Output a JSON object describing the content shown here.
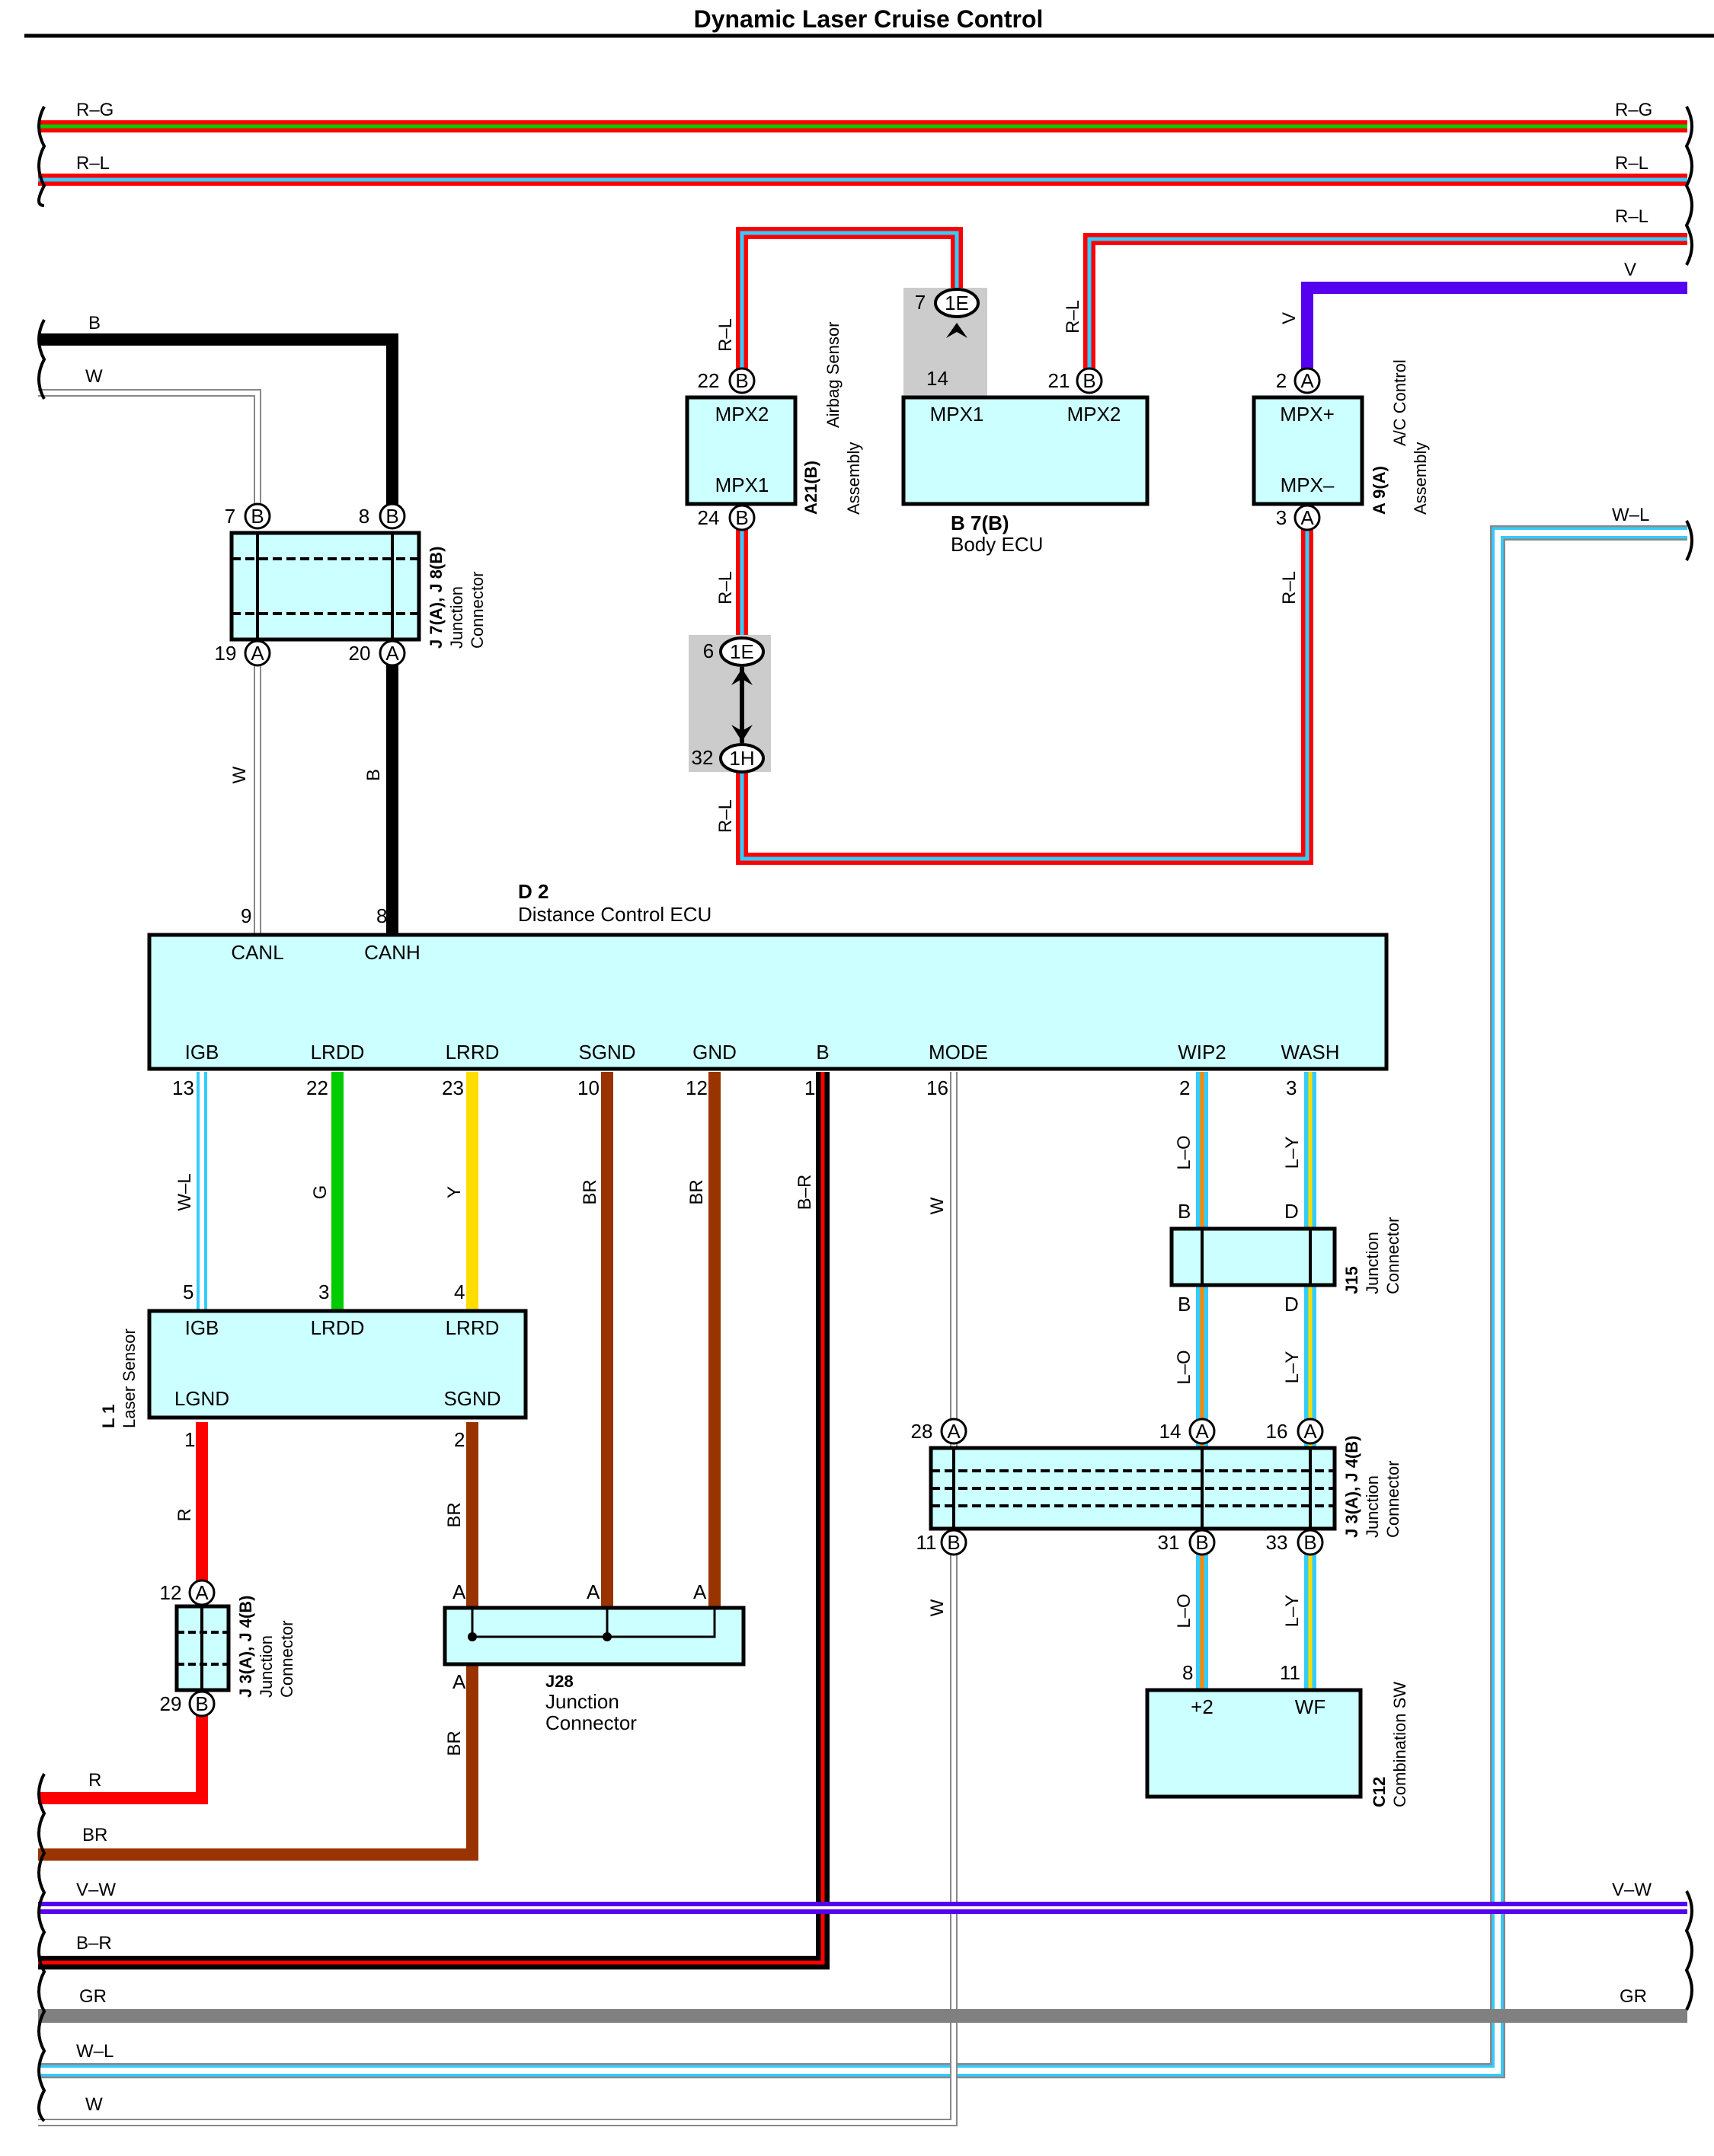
{
  "title": "Dynamic Laser Cruise Control",
  "colors": {
    "red": "#ff0000",
    "cyan": "#33ccff",
    "green": "#00cc00",
    "yellow": "#ffdd00",
    "black": "#000000",
    "white_wire": "#c8c8c8",
    "brown": "#993300",
    "violet": "#5500ee",
    "orange": "#ff8800",
    "gray": "#808080",
    "component_fill": "#ccffff",
    "joint_fill": "#cccccc"
  },
  "bus_labels": {
    "rg_left": "R–G",
    "rg_right": "R–G",
    "rl1_left": "R–L",
    "rl1_right": "R–L",
    "rl2_right": "R–L",
    "v_right": "V",
    "wl_right": "W–L",
    "b_left": "B",
    "w_left": "W",
    "r_left": "R",
    "br_left": "BR",
    "vw_left": "V–W",
    "vw_right": "V–W",
    "br2_left": "B–R",
    "gr_left": "GR",
    "gr_right": "GR",
    "wl_left": "W–L",
    "w2_left": "W"
  },
  "wire_labels": {
    "airbag_top": "R–L",
    "airbag_bottom": "R–L",
    "airbag_jc": "R–L",
    "body_right": "R–L",
    "ac_top": "V",
    "ac_bottom": "R–L",
    "w_can": "W",
    "b_can": "B",
    "igb": "W–L",
    "lrdd": "G",
    "lrrd": "Y",
    "sgnd": "BR",
    "gnd": "BR",
    "b_pin": "B–R",
    "mode": "W",
    "mode_low": "W",
    "lgnd": "R",
    "sensor_sgnd": "BR",
    "j28_out": "BR",
    "wip2_upper": "L–O",
    "wash_upper": "L–Y",
    "wip2_mid": "L–O",
    "wash_mid": "L–Y",
    "wip2_low": "L–O",
    "wash_low": "L–Y"
  },
  "components": {
    "d2": {
      "code": "D 2",
      "name": "Distance Control ECU",
      "top_terminals": [
        {
          "pin": "9",
          "name": "CANL"
        },
        {
          "pin": "8",
          "name": "CANH"
        }
      ],
      "bottom_terminals": [
        {
          "pin": "13",
          "name": "IGB"
        },
        {
          "pin": "22",
          "name": "LRDD"
        },
        {
          "pin": "23",
          "name": "LRRD"
        },
        {
          "pin": "10",
          "name": "SGND"
        },
        {
          "pin": "12",
          "name": "GND"
        },
        {
          "pin": "1",
          "name": "B"
        },
        {
          "pin": "16",
          "name": "MODE"
        },
        {
          "pin": "2",
          "name": "WIP2"
        },
        {
          "pin": "3",
          "name": "WASH"
        }
      ]
    },
    "a21": {
      "code": "A21(B)",
      "name1": "Airbag Sensor",
      "name2": "Assembly",
      "t_top": "MPX2",
      "t_bottom": "MPX1",
      "pin_top": "22",
      "pin_bottom": "24",
      "conn": "B"
    },
    "b7": {
      "code": "B 7(B)",
      "name": "Body ECU",
      "t_left": "MPX1",
      "t_right": "MPX2",
      "pin_left": "14",
      "pin_right": "21",
      "conn": "B"
    },
    "a9": {
      "code": "A 9(A)",
      "name1": "A/C Control",
      "name2": "Assembly",
      "t_top": "MPX+",
      "t_bottom": "MPX–",
      "pin_top": "2",
      "pin_bottom": "3",
      "conn": "A"
    },
    "j7": {
      "code": "J 7(A), J 8(B)",
      "name1": "Junction",
      "name2": "Connector",
      "pins_top": [
        {
          "pin": "7",
          "conn": "B"
        },
        {
          "pin": "8",
          "conn": "B"
        }
      ],
      "pins_bottom": [
        {
          "pin": "19",
          "conn": "A"
        },
        {
          "pin": "20",
          "conn": "A"
        }
      ]
    },
    "l1": {
      "code": "L 1",
      "name": "Laser Sensor",
      "t_igb": "IGB",
      "t_lrdd": "LRDD",
      "t_lrrd": "LRRD",
      "t_lgnd": "LGND",
      "t_sgnd": "SGND",
      "pin_igb": "5",
      "pin_lrdd": "3",
      "pin_lrrd": "4",
      "pin_lgnd": "1",
      "pin_sgnd": "2"
    },
    "j3_small": {
      "code": "J 3(A), J 4(B)",
      "name1": "Junction",
      "name2": "Connector",
      "pin_top": "12",
      "conn_top": "A",
      "pin_bottom": "29",
      "conn_bottom": "B"
    },
    "j28": {
      "code": "J28",
      "name1": "Junction",
      "name2": "Connector",
      "pin_a": "A"
    },
    "j15": {
      "code": "J15",
      "name1": "Junction",
      "name2": "Connector",
      "pin_b": "B",
      "pin_d": "D"
    },
    "j3_large": {
      "code": "J 3(A), J 4(B)",
      "name1": "Junction",
      "name2": "Connector",
      "pins_top": [
        {
          "pin": "28",
          "conn": "A"
        },
        {
          "pin": "14",
          "conn": "A"
        },
        {
          "pin": "16",
          "conn": "A"
        }
      ],
      "pins_bottom": [
        {
          "pin": "11",
          "conn": "B"
        },
        {
          "pin": "31",
          "conn": "B"
        },
        {
          "pin": "33",
          "conn": "B"
        }
      ]
    },
    "c12": {
      "code": "C12",
      "name": "Combination SW",
      "t_left": "+2",
      "t_right": "WF",
      "pin_left": "8",
      "pin_right": "11"
    }
  },
  "joint_connectors": {
    "body_top": {
      "pin": "7",
      "code": "1E"
    },
    "body_inner": {
      "pin": "14"
    },
    "airbag_upper": {
      "pin": "6",
      "code": "1E"
    },
    "airbag_lower": {
      "pin": "32",
      "code": "1H"
    }
  }
}
